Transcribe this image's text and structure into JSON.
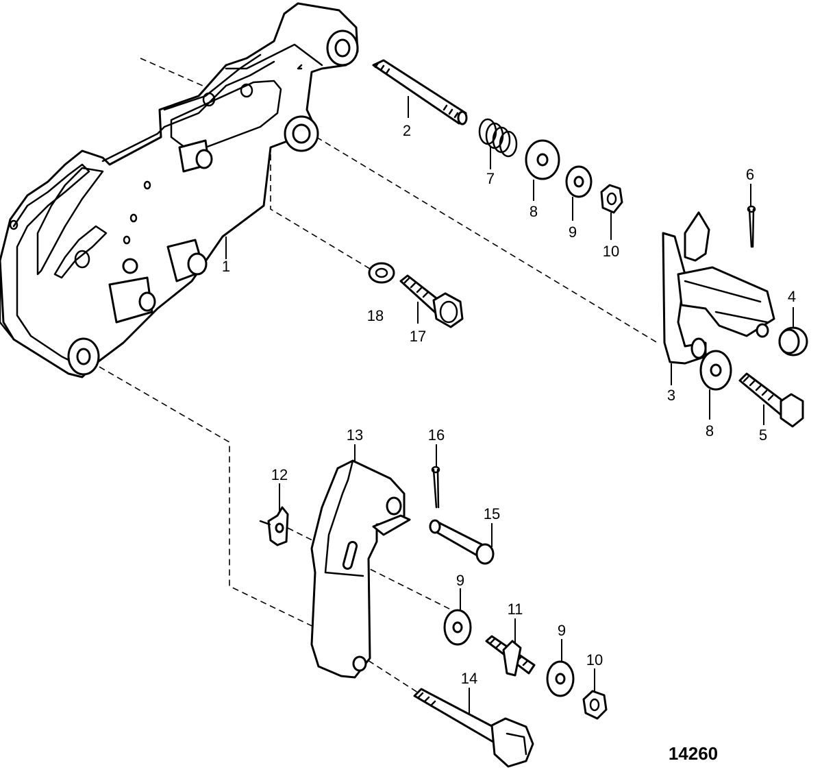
{
  "diagram": {
    "number": "14260",
    "callouts": [
      {
        "id": "c1",
        "label": "1"
      },
      {
        "id": "c2",
        "label": "2"
      },
      {
        "id": "c3",
        "label": "3"
      },
      {
        "id": "c4",
        "label": "4"
      },
      {
        "id": "c5",
        "label": "5"
      },
      {
        "id": "c6",
        "label": "6"
      },
      {
        "id": "c7",
        "label": "7"
      },
      {
        "id": "c8a",
        "label": "8"
      },
      {
        "id": "c8b",
        "label": "8"
      },
      {
        "id": "c9a",
        "label": "9"
      },
      {
        "id": "c9b",
        "label": "9"
      },
      {
        "id": "c9c",
        "label": "9"
      },
      {
        "id": "c10a",
        "label": "10"
      },
      {
        "id": "c10b",
        "label": "10"
      },
      {
        "id": "c11",
        "label": "11"
      },
      {
        "id": "c12",
        "label": "12"
      },
      {
        "id": "c13",
        "label": "13"
      },
      {
        "id": "c14",
        "label": "14"
      },
      {
        "id": "c15",
        "label": "15"
      },
      {
        "id": "c16",
        "label": "16"
      },
      {
        "id": "c17",
        "label": "17"
      },
      {
        "id": "c18",
        "label": "18"
      }
    ]
  }
}
